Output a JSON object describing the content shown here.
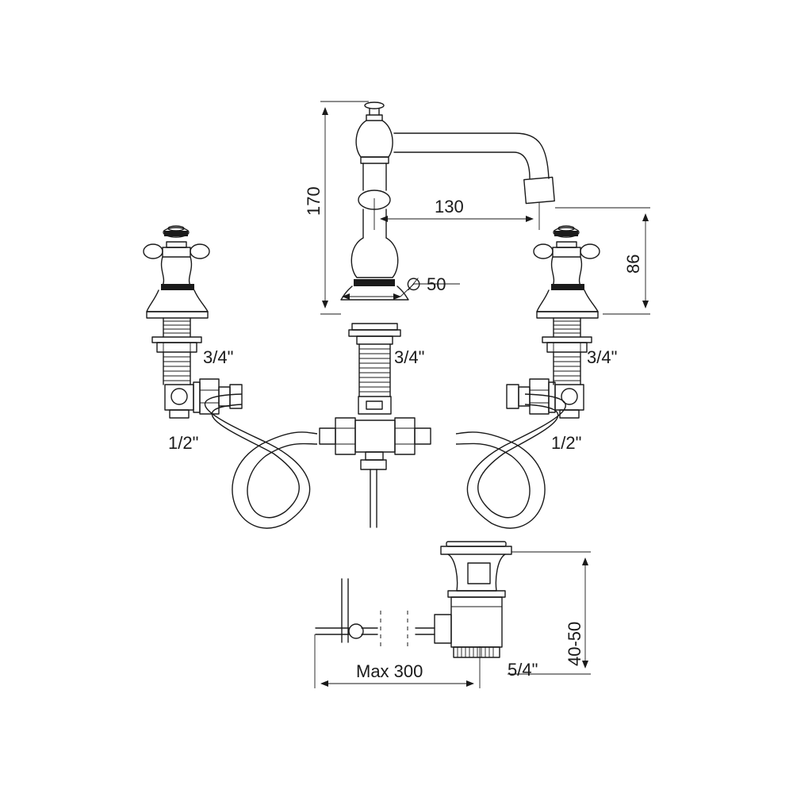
{
  "dimensions": {
    "spout_height": "170",
    "spout_reach": "130",
    "handle_height": "86",
    "base_diameter_symbol": "∅",
    "base_diameter": "50",
    "drain_height": "40-50",
    "lever_max_distance": "Max 300"
  },
  "threads": {
    "left_valve_top": "3/4\"",
    "center_spout": "3/4\"",
    "right_valve_top": "3/4\"",
    "left_valve_outlet": "1/2\"",
    "right_valve_outlet": "1/2\"",
    "drain_outlet": "5/4\""
  },
  "colors": {
    "line": "#1a1a1a",
    "background": "#ffffff"
  }
}
